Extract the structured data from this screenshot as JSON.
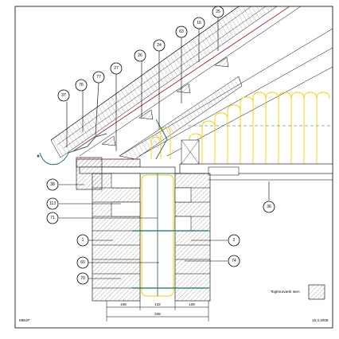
{
  "drawing": {
    "project_code": "MBUP",
    "date": "15.3.2008",
    "legend_label": "Teglmurværk sten"
  },
  "dimensions": {
    "segments": [
      "108",
      "132",
      "108"
    ],
    "total": "348"
  },
  "callouts": {
    "c1": "1",
    "c2": "2",
    "c16": "16",
    "c24": "24",
    "c25": "25",
    "c26": "26",
    "c27": "27",
    "c36": "36",
    "c37": "37",
    "c38": "38",
    "c60": "60",
    "c63": "63",
    "c70": "70",
    "c71": "71",
    "c74": "74",
    "c76": "76",
    "c77": "77",
    "c113": "113"
  },
  "colors": {
    "insulation": "#f2d000",
    "membrane": "#1f6b6b",
    "brick_hatch": "#888888",
    "roof_red": "#b03030",
    "frame": "#000000"
  }
}
